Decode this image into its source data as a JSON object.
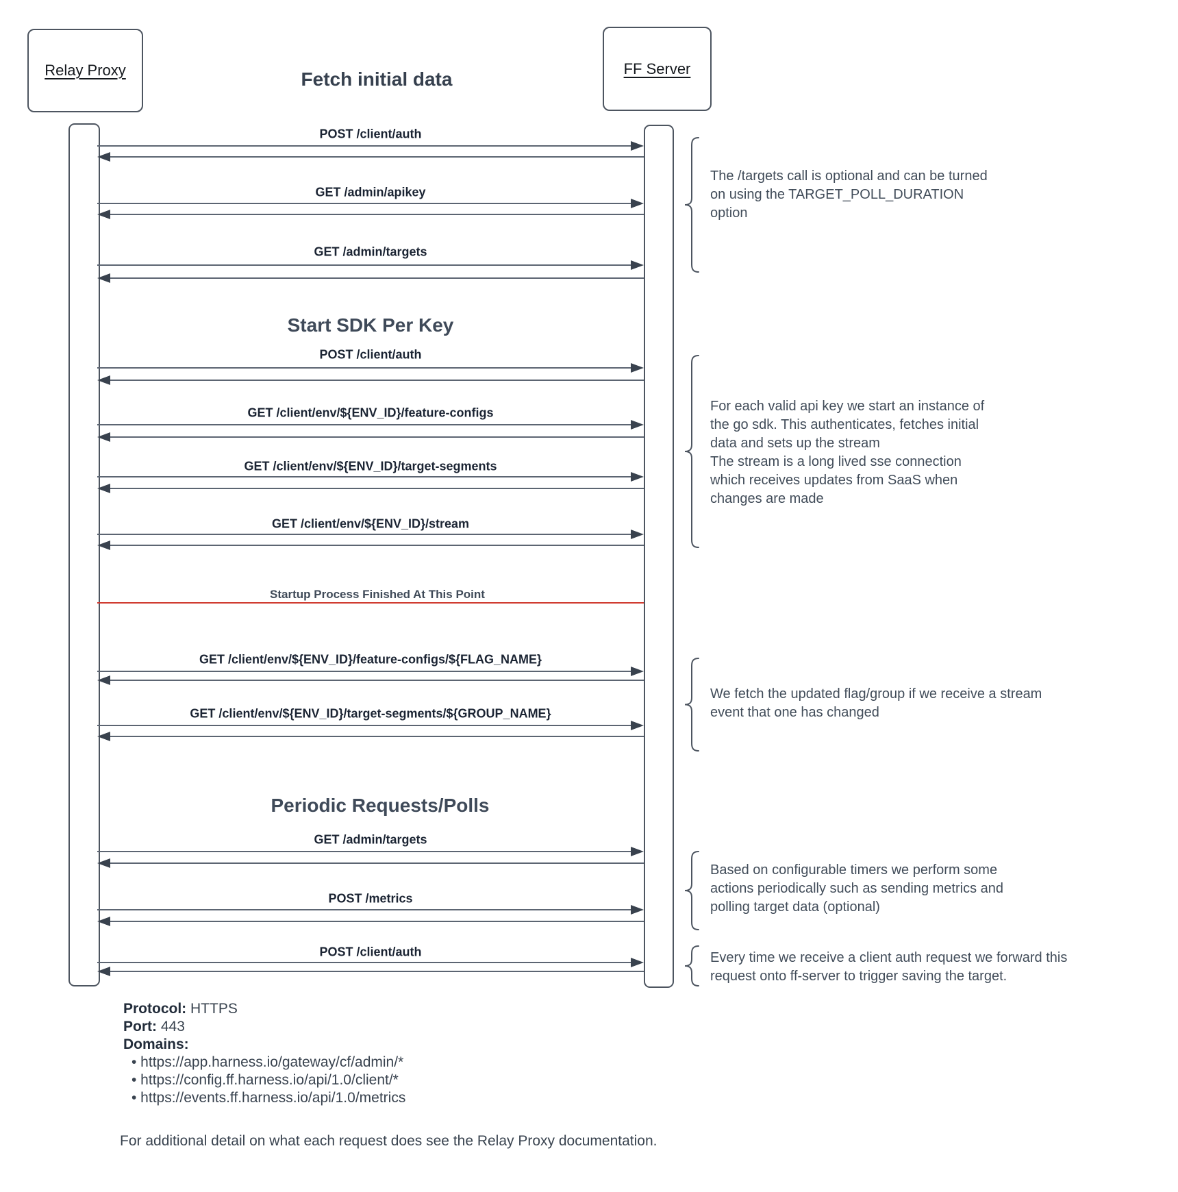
{
  "title": "Fetch initial data",
  "actors": {
    "left": {
      "label": "Relay Proxy"
    },
    "right": {
      "label": "FF Server"
    }
  },
  "sections": [
    {
      "label": "Start SDK Per Key"
    },
    {
      "label": "Periodic Requests/Polls"
    }
  ],
  "messages": [
    {
      "label": "POST /client/auth"
    },
    {
      "label": "GET /admin/apikey"
    },
    {
      "label": "GET /admin/targets"
    },
    {
      "label": "POST /client/auth"
    },
    {
      "label": "GET /client/env/${ENV_ID}/feature-configs"
    },
    {
      "label": "GET /client/env/${ENV_ID}/target-segments"
    },
    {
      "label": "GET /client/env/${ENV_ID}/stream"
    },
    {
      "label": "GET /client/env/${ENV_ID}/feature-configs/${FLAG_NAME}"
    },
    {
      "label": "GET /client/env/${ENV_ID}/target-segments/${GROUP_NAME}"
    },
    {
      "label": "GET /admin/targets"
    },
    {
      "label": "POST /metrics"
    },
    {
      "label": "POST /client/auth"
    }
  ],
  "milestone": {
    "label": "Startup Process Finished At This Point"
  },
  "annotations": [
    {
      "lines": [
        "The /targets call is optional and can be turned",
        "on using the TARGET_POLL_DURATION",
        "option"
      ]
    },
    {
      "lines": [
        "For each valid api key we start an instance of",
        "the go sdk. This authenticates, fetches initial",
        "data and sets up the stream",
        "The stream is a long lived sse connection",
        "which receives updates from SaaS when",
        "changes are made"
      ]
    },
    {
      "lines": [
        "We fetch the updated flag/group if we receive a stream",
        "event that one has changed"
      ]
    },
    {
      "lines": [
        "Based on configurable timers we perform some",
        "actions periodically such as sending metrics and",
        "polling target data (optional)"
      ]
    },
    {
      "lines": [
        "Every time we receive a client auth request we forward this",
        "request onto ff-server to trigger saving the target."
      ]
    }
  ],
  "info": {
    "protocol_label": "Protocol:",
    "protocol_value": "HTTPS",
    "port_label": "Port:",
    "port_value": "443",
    "domains_label": "Domains:",
    "bullet": "•",
    "domains": [
      "https://app.harness.io/gateway/cf/admin/*",
      "https://config.ff.harness.io/api/1.0/client/*",
      "https://events.ff.harness.io/api/1.0/metrics"
    ]
  },
  "footer": "For additional detail on what each request does see the Relay Proxy documentation.",
  "colors": {
    "stroke": "#4d5560",
    "arrow_line": "#5c6572",
    "arrow_head": "#39424e",
    "milestone_red": "#cf3a2f",
    "text_dark": "#1b2433",
    "text_slate": "#414c59"
  }
}
